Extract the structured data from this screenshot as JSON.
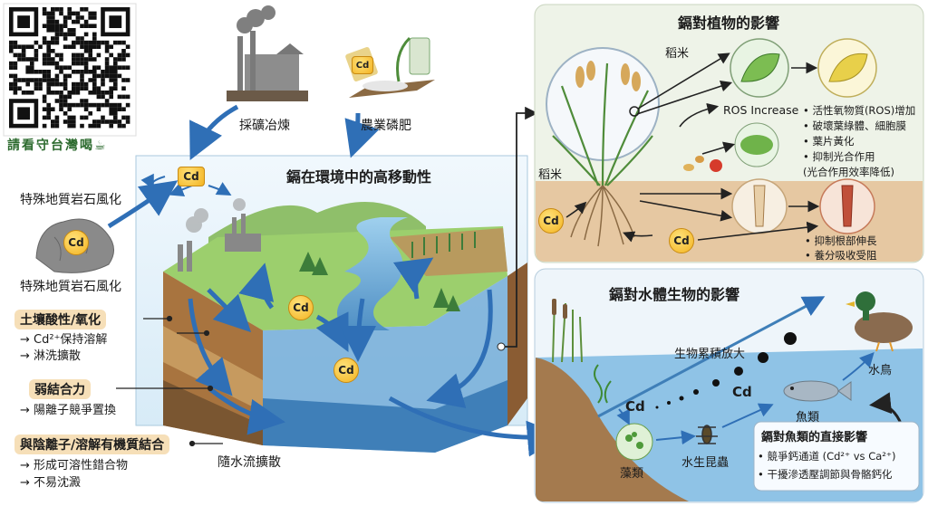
{
  "qr": {
    "caption": "請看守台灣喝☕"
  },
  "sources": {
    "mining": "採礦冶煉",
    "fertilizer": "農業磷肥",
    "weathering_top": "特殊地質岩石風化",
    "weathering_bottom": "特殊地質岩石風化"
  },
  "cd": "Cd",
  "center": {
    "title": "鎘在環境中的高移動性",
    "flow_label": "隨水流擴散"
  },
  "factors": [
    {
      "title": "土壤酸性/氧化",
      "lines": [
        "→ Cd²⁺保持溶解",
        "→ 淋洗擴散"
      ]
    },
    {
      "title": "弱結合力",
      "lines": [
        "→ 陽離子競爭置換"
      ]
    },
    {
      "title": "與陰離子/溶解有機質結合",
      "lines": [
        "→ 形成可溶性錯合物",
        "→ 不易沈澱"
      ]
    }
  ],
  "plants": {
    "title": "鎘對植物的影響",
    "rice_top": "稻米",
    "rice_left": "稻米",
    "ros": "ROS Increase",
    "leaf_effects": [
      "• 活性氧物質(ROS)增加",
      "• 破壞葉綠體、細胞膜",
      "• 葉片黃化",
      "• 抑制光合作用",
      "(光合作用效率降低)"
    ],
    "root_effects": [
      "• 抑制根部伸長",
      "• 養分吸收受阻"
    ]
  },
  "aquatic": {
    "title": "鎘對水體生物的影響",
    "biomag": "生物累積放大",
    "bird": "水鳥",
    "fish": "魚類",
    "algae": "藻類",
    "insect": "水生昆蟲",
    "fish_box_title": "鎘對魚類的直接影響",
    "fish_box_lines": [
      "• 競爭鈣通道 (Cd²⁺ vs Ca²⁺)",
      "• 干擾滲透壓調節與骨骼鈣化"
    ]
  },
  "colors": {
    "arrow": "#2f6fb6",
    "cd_fill": "#f3b321",
    "highlight": "#f6dfb8",
    "panel_bg": "#eef3e8",
    "water": "#7fb6dd"
  }
}
